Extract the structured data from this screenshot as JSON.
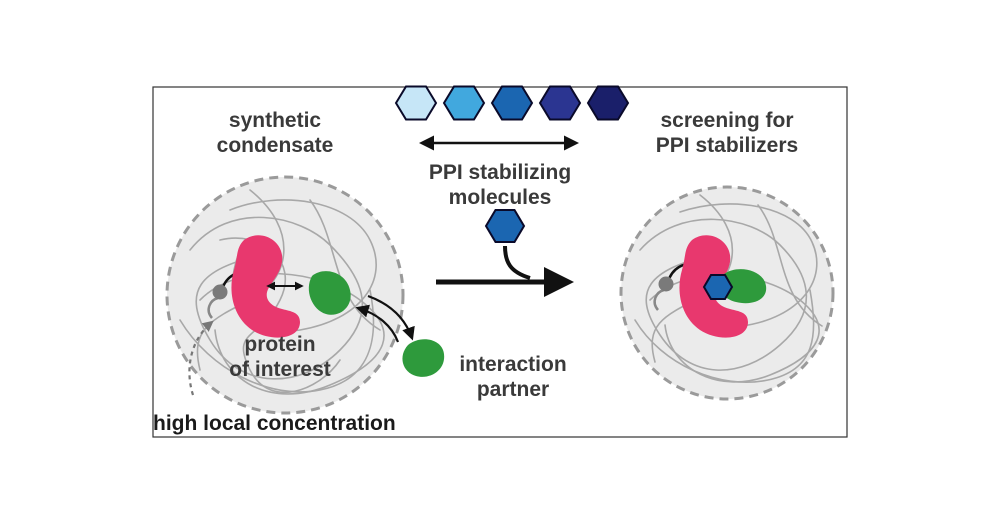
{
  "title": {
    "left_line1": "synthetic",
    "left_line2": "condensate",
    "right_line1": "screening for",
    "right_line2": "PPI stabilizers"
  },
  "middle": {
    "molecules_line1": "PPI stabilizing",
    "molecules_line2": "molecules",
    "hexagon_colors": [
      "#c6e6f7",
      "#41a8de",
      "#1b66b1",
      "#2b3591",
      "#1a1f6a"
    ],
    "single_molecule_color": "#1b66b1"
  },
  "labels": {
    "protein_line1": "protein",
    "protein_line2": "of interest",
    "partner_line1": "interaction",
    "partner_line2": "partner",
    "high_local": "high local concentration"
  },
  "colors": {
    "protein": "#e8386e",
    "partner": "#2e9a3c",
    "partner_dark": "#1f7a2c",
    "condensate_fill": "#ebebeb",
    "condensate_border": "#9a9a9a",
    "strands": "#a8a8a8",
    "frame": "#333333"
  },
  "icons": {
    "protein": "protein-of-interest-shape",
    "partner": "interaction-partner-shape",
    "tether": "tether-anchor-icon",
    "molecule": "hexagon-molecule-icon"
  }
}
